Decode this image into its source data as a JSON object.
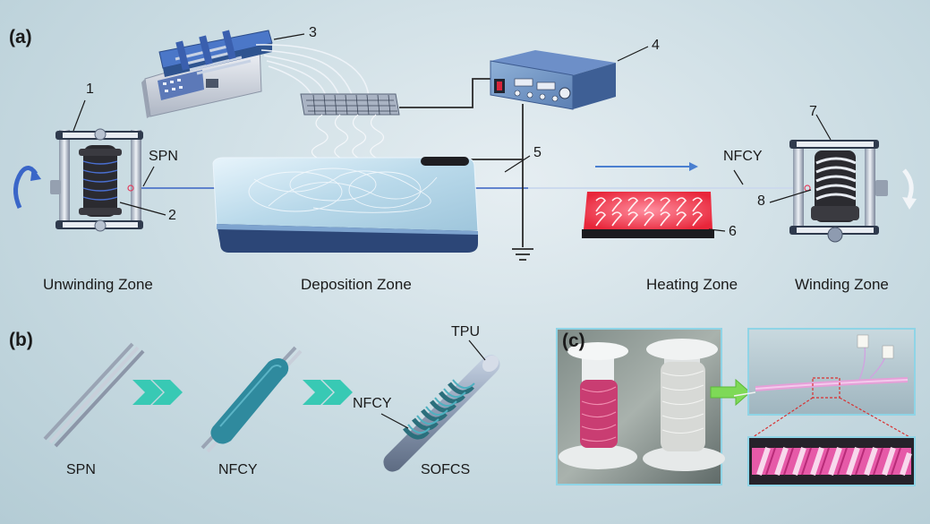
{
  "panels": {
    "a": "(a)",
    "b": "(b)",
    "c": "(c)"
  },
  "numbers": {
    "n1": "1",
    "n2": "2",
    "n3": "3",
    "n4": "4",
    "n5": "5",
    "n6": "6",
    "n7": "7",
    "n8": "8"
  },
  "zones": {
    "unwinding": "Unwinding Zone",
    "deposition": "Deposition Zone",
    "heating": "Heating Zone",
    "winding": "Winding Zone"
  },
  "materials": {
    "spn_a": "SPN",
    "nfcy_a": "NFCY",
    "spn_b": "SPN",
    "nfcy_b": "NFCY",
    "nfcy_b2": "NFCY",
    "tpu": "TPU",
    "sofcs": "SOFCS"
  },
  "colors": {
    "yarn_pink": "#d9417c",
    "arrow_teal": "#38c9b4",
    "arrow_green": "#7ed957",
    "heater_red": "#ff3b4a",
    "flow_arrow": "#4a7fd0",
    "substrate_blue": "#34507c"
  }
}
